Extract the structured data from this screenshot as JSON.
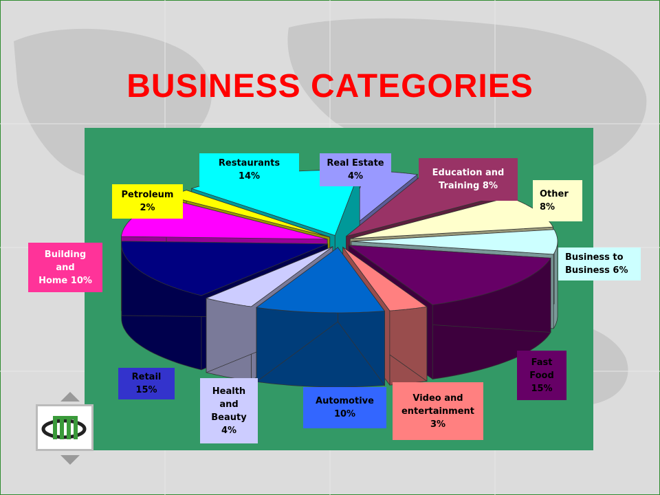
{
  "title": "BUSINESS CATEGORIES",
  "colors": {
    "title": "#ff0000",
    "panel": "#339966"
  },
  "chart_data": {
    "type": "pie",
    "title": "",
    "slices": [
      {
        "name": "Real Estate",
        "value": 4,
        "label": "Real Estate\n4%",
        "color": "#9999ff",
        "side": "#5c5c99",
        "label_color": "#9999ff",
        "label_text": "#000000"
      },
      {
        "name": "Education and Training",
        "value": 8,
        "label": "Education and\nTraining 8%",
        "color": "#993366",
        "side": "#5c1f3d",
        "label_color": "#993366",
        "label_text": "#ffffff"
      },
      {
        "name": "Other",
        "value": 8,
        "label": "Other\n8%",
        "color": "#ffffcc",
        "side": "#99997a",
        "label_color": "#ffffcc",
        "label_text": "#000000"
      },
      {
        "name": "Business to Business",
        "value": 6,
        "label": "Business to\nBusiness 6%",
        "color": "#ccffff",
        "side": "#7a9999",
        "label_color": "#ccffff",
        "label_text": "#000000"
      },
      {
        "name": "Fast Food",
        "value": 15,
        "label": "Fast\nFood\n15%",
        "color": "#660066",
        "side": "#3d003d",
        "label_color": "#660066",
        "label_text": "#000000"
      },
      {
        "name": "Video and entertainment",
        "value": 3,
        "label": "Video and\nentertainment\n3%",
        "color": "#ff8080",
        "side": "#994d4d",
        "label_color": "#ff8080",
        "label_text": "#000000"
      },
      {
        "name": "Automotive",
        "value": 10,
        "label": "Automotive\n10%",
        "color": "#0066cc",
        "side": "#003d7a",
        "label_color": "#3366ff",
        "label_text": "#000000"
      },
      {
        "name": "Health and Beauty",
        "value": 4,
        "label": "Health\nand\nBeauty\n4%",
        "color": "#ccccff",
        "side": "#7a7a99",
        "label_color": "#ccccff",
        "label_text": "#000000"
      },
      {
        "name": "Retail",
        "value": 15,
        "label": "Retail\n15%",
        "color": "#000080",
        "side": "#00004d",
        "label_color": "#3333cc",
        "label_text": "#000000"
      },
      {
        "name": "Building and Home",
        "value": 10,
        "label": "Building\nand\nHome 10%",
        "color": "#ff00ff",
        "side": "#990099",
        "label_color": "#ff3399",
        "label_text": "#ffffff"
      },
      {
        "name": "Petroleum",
        "value": 2,
        "label": "Petroleum\n2%",
        "color": "#ffff00",
        "side": "#999900",
        "label_color": "#ffff00",
        "label_text": "#000000"
      },
      {
        "name": "Restaurants",
        "value": 14,
        "label": "Restaurants\n14%",
        "color": "#00ffff",
        "side": "#009999",
        "label_color": "#00ffff",
        "label_text": "#000000"
      }
    ]
  },
  "nav": {
    "up_icon": "triangle-up-icon",
    "down_icon": "triangle-down-icon",
    "logo_icon": "company-logo-icon"
  }
}
